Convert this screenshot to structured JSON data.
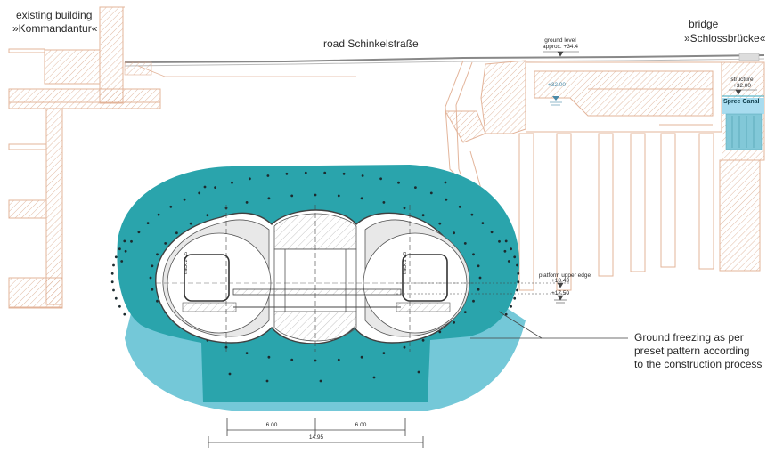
{
  "labels": {
    "existing_building": "existing building",
    "existing_building_name": "»Kommandantur«",
    "road": "road Schinkelstraße",
    "bridge": "bridge",
    "bridge_name": "»Schlossbrücke«",
    "ground_level_1": "ground level",
    "ground_level_2": "approx. +34.4",
    "water_level": "+32.00",
    "structure_1": "structure",
    "structure_2": "+32.00",
    "spree_canal": "Spree Canal",
    "platform_upper_edge": "platform upper edge",
    "platform_level_1": "+18.43",
    "platform_level_2": "+17.50",
    "track_2": "track 2 U5",
    "track_1": "track 1 U5",
    "freezing_line_1": "Ground freezing as per",
    "freezing_line_2": "preset pattern according",
    "freezing_line_3": "to the construction process",
    "dim_left": "6.00",
    "dim_right": "6.00",
    "dim_total": "14.95"
  },
  "colors": {
    "frozen_dark": "#2aa4ac",
    "frozen_light": "#74c8d8",
    "structure_line": "#e3b49a",
    "water": "#a8dcef",
    "hatch": "#d9a98c"
  }
}
